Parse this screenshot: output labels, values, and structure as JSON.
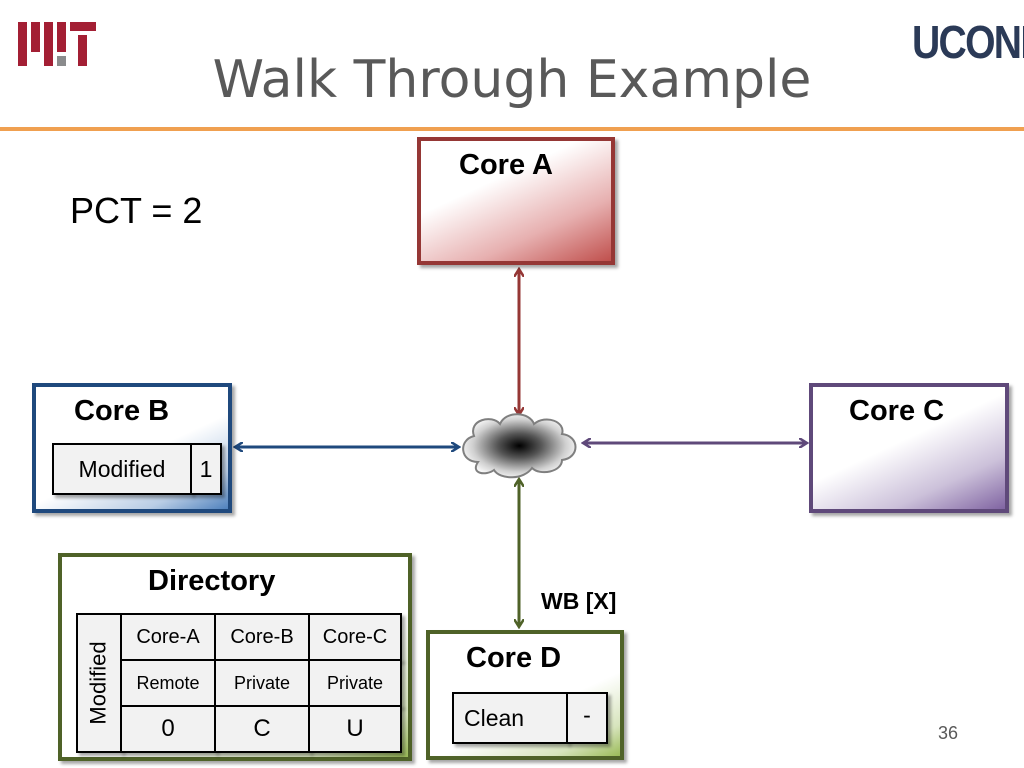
{
  "slide": {
    "title": "Walk Through Example",
    "page_number": "36",
    "pct_label": "PCT = 2"
  },
  "logos": {
    "left": "MIT",
    "right": "UCONN"
  },
  "cores": {
    "a": {
      "label": "Core A"
    },
    "b": {
      "label": "Core B",
      "state": "Modified",
      "count": "1"
    },
    "c": {
      "label": "Core C"
    },
    "d": {
      "label": "Core D",
      "state": "Clean",
      "count": "-"
    }
  },
  "directory": {
    "title": "Directory",
    "row_label": "Modified",
    "columns": [
      {
        "header": "Core-A",
        "mode": "Remote",
        "value": "0"
      },
      {
        "header": "Core-B",
        "mode": "Private",
        "value": "C"
      },
      {
        "header": "Core-C",
        "mode": "Private",
        "value": "U"
      }
    ]
  },
  "messages": {
    "d_link": "WB [X]"
  },
  "colors": {
    "core_a": "#953735",
    "core_b": "#1f497d",
    "core_c": "#5f497a",
    "core_d": "#4f6228",
    "accent_rule": "#f0a050"
  },
  "icons": {
    "network": "cloud-icon"
  }
}
